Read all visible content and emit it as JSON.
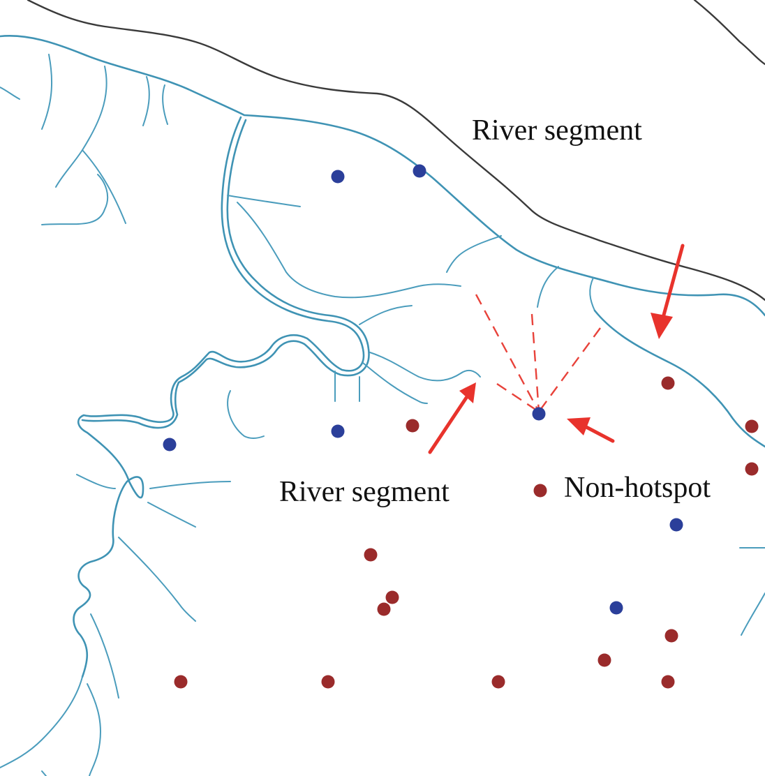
{
  "labels": {
    "top_river": "River segment",
    "bottom_river": "River segment",
    "non_hotspot": "Non-hotspot"
  },
  "colors": {
    "hotspot_point": "#9a2b2b",
    "non_hotspot_point": "#2b3f9a",
    "river": "#3f93b4",
    "road": "#3a3a3a",
    "arrow": "#e8332c"
  }
}
